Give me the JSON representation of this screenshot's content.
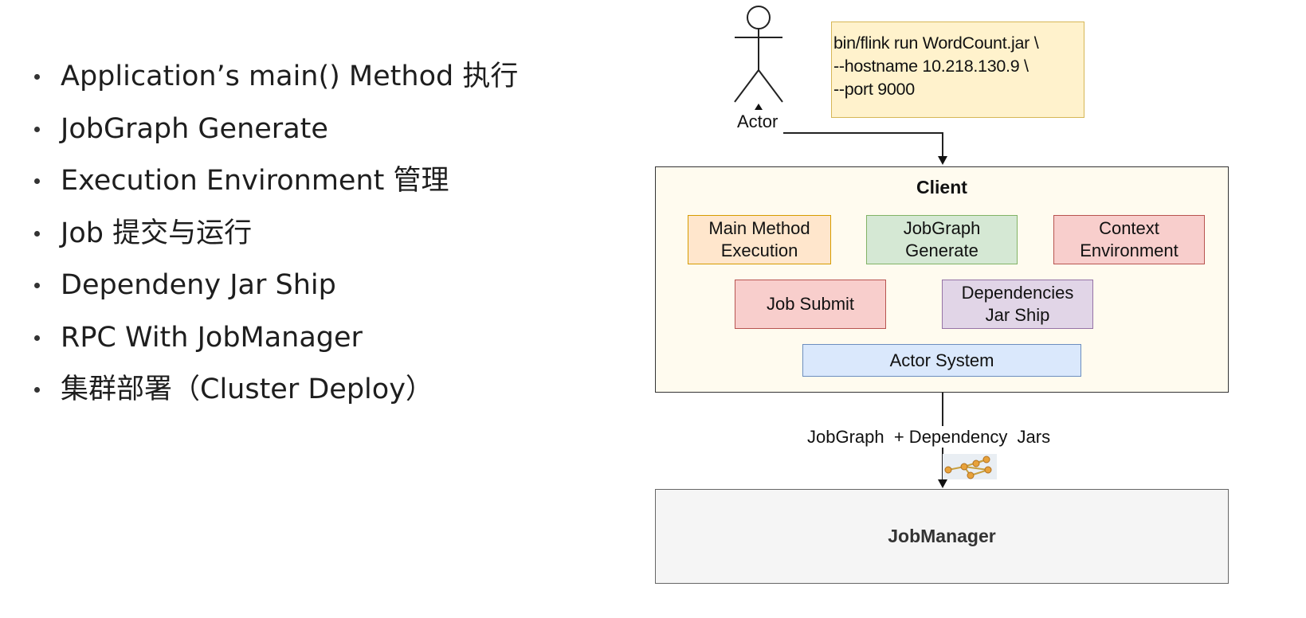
{
  "bullets": [
    "Application’s main() Method 执行",
    "JobGraph Generate",
    "Execution Environment 管理",
    "Job 提交与运行",
    "Dependeny Jar Ship",
    "RPC With JobManager",
    "集群部署（Cluster Deploy）"
  ],
  "diagram": {
    "actor_label": "Actor",
    "command_lines": [
      "bin/flink run WordCount.jar \\",
      "--hostname 10.218.130.9 \\",
      "--port 9000"
    ],
    "client": {
      "title": "Client",
      "main_method": "Main Method\nExecution",
      "jobgraph_generate": "JobGraph\nGenerate",
      "context_environment": "Context\nEnvironment",
      "job_submit": "Job Submit",
      "dependencies_jar_ship": "Dependencies\nJar Ship",
      "actor_system": "Actor System"
    },
    "edge_label": "JobGraph  + Dependency  Jars",
    "jobmanager": "JobManager"
  },
  "colors": {
    "command_fill": "#fff2cc",
    "client_fill": "#fffbef",
    "orange_fill": "#ffe6cc",
    "green_fill": "#d5e8d4",
    "red_fill": "#f8cecc",
    "purple_fill": "#e1d5e7",
    "blue_fill": "#dae8fc",
    "jobmanager_fill": "#f5f5f5"
  }
}
